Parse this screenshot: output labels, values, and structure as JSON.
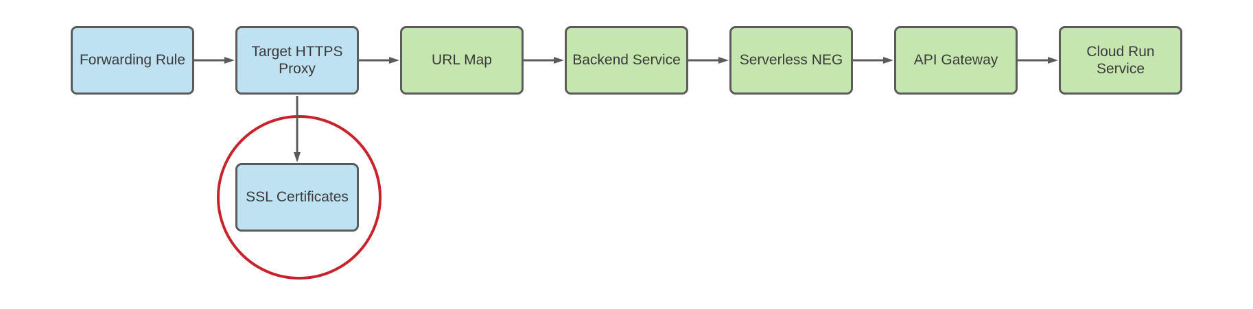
{
  "diagram": {
    "type": "flowchart",
    "direction": "left-to-right",
    "nodes": [
      {
        "id": "forwarding-rule",
        "label": "Forwarding Rule",
        "fill": "blue"
      },
      {
        "id": "target-https-proxy",
        "label": "Target HTTPS Proxy",
        "fill": "blue"
      },
      {
        "id": "url-map",
        "label": "URL Map",
        "fill": "green"
      },
      {
        "id": "backend-service",
        "label": "Backend Service",
        "fill": "green"
      },
      {
        "id": "serverless-neg",
        "label": "Serverless NEG",
        "fill": "green"
      },
      {
        "id": "api-gateway",
        "label": "API Gateway",
        "fill": "green"
      },
      {
        "id": "cloud-run-service",
        "label": "Cloud Run Service",
        "fill": "green"
      },
      {
        "id": "ssl-certificates",
        "label": "SSL Certificates",
        "fill": "blue"
      }
    ],
    "edges": [
      {
        "from": "forwarding-rule",
        "to": "target-https-proxy"
      },
      {
        "from": "target-https-proxy",
        "to": "url-map"
      },
      {
        "from": "url-map",
        "to": "backend-service"
      },
      {
        "from": "backend-service",
        "to": "serverless-neg"
      },
      {
        "from": "serverless-neg",
        "to": "api-gateway"
      },
      {
        "from": "api-gateway",
        "to": "cloud-run-service"
      },
      {
        "from": "target-https-proxy",
        "to": "ssl-certificates"
      }
    ],
    "annotations": [
      {
        "type": "circle-highlight",
        "around": "ssl-certificates",
        "color": "#C8232D"
      }
    ],
    "colors": {
      "blue_fill": "#BFE2F2",
      "green_fill": "#C6E6AF",
      "border": "#5B5B5B",
      "arrow": "#5B5B5B",
      "text": "#3A3A3A",
      "highlight": "#C8232D",
      "background": "#FFFFFF"
    }
  }
}
